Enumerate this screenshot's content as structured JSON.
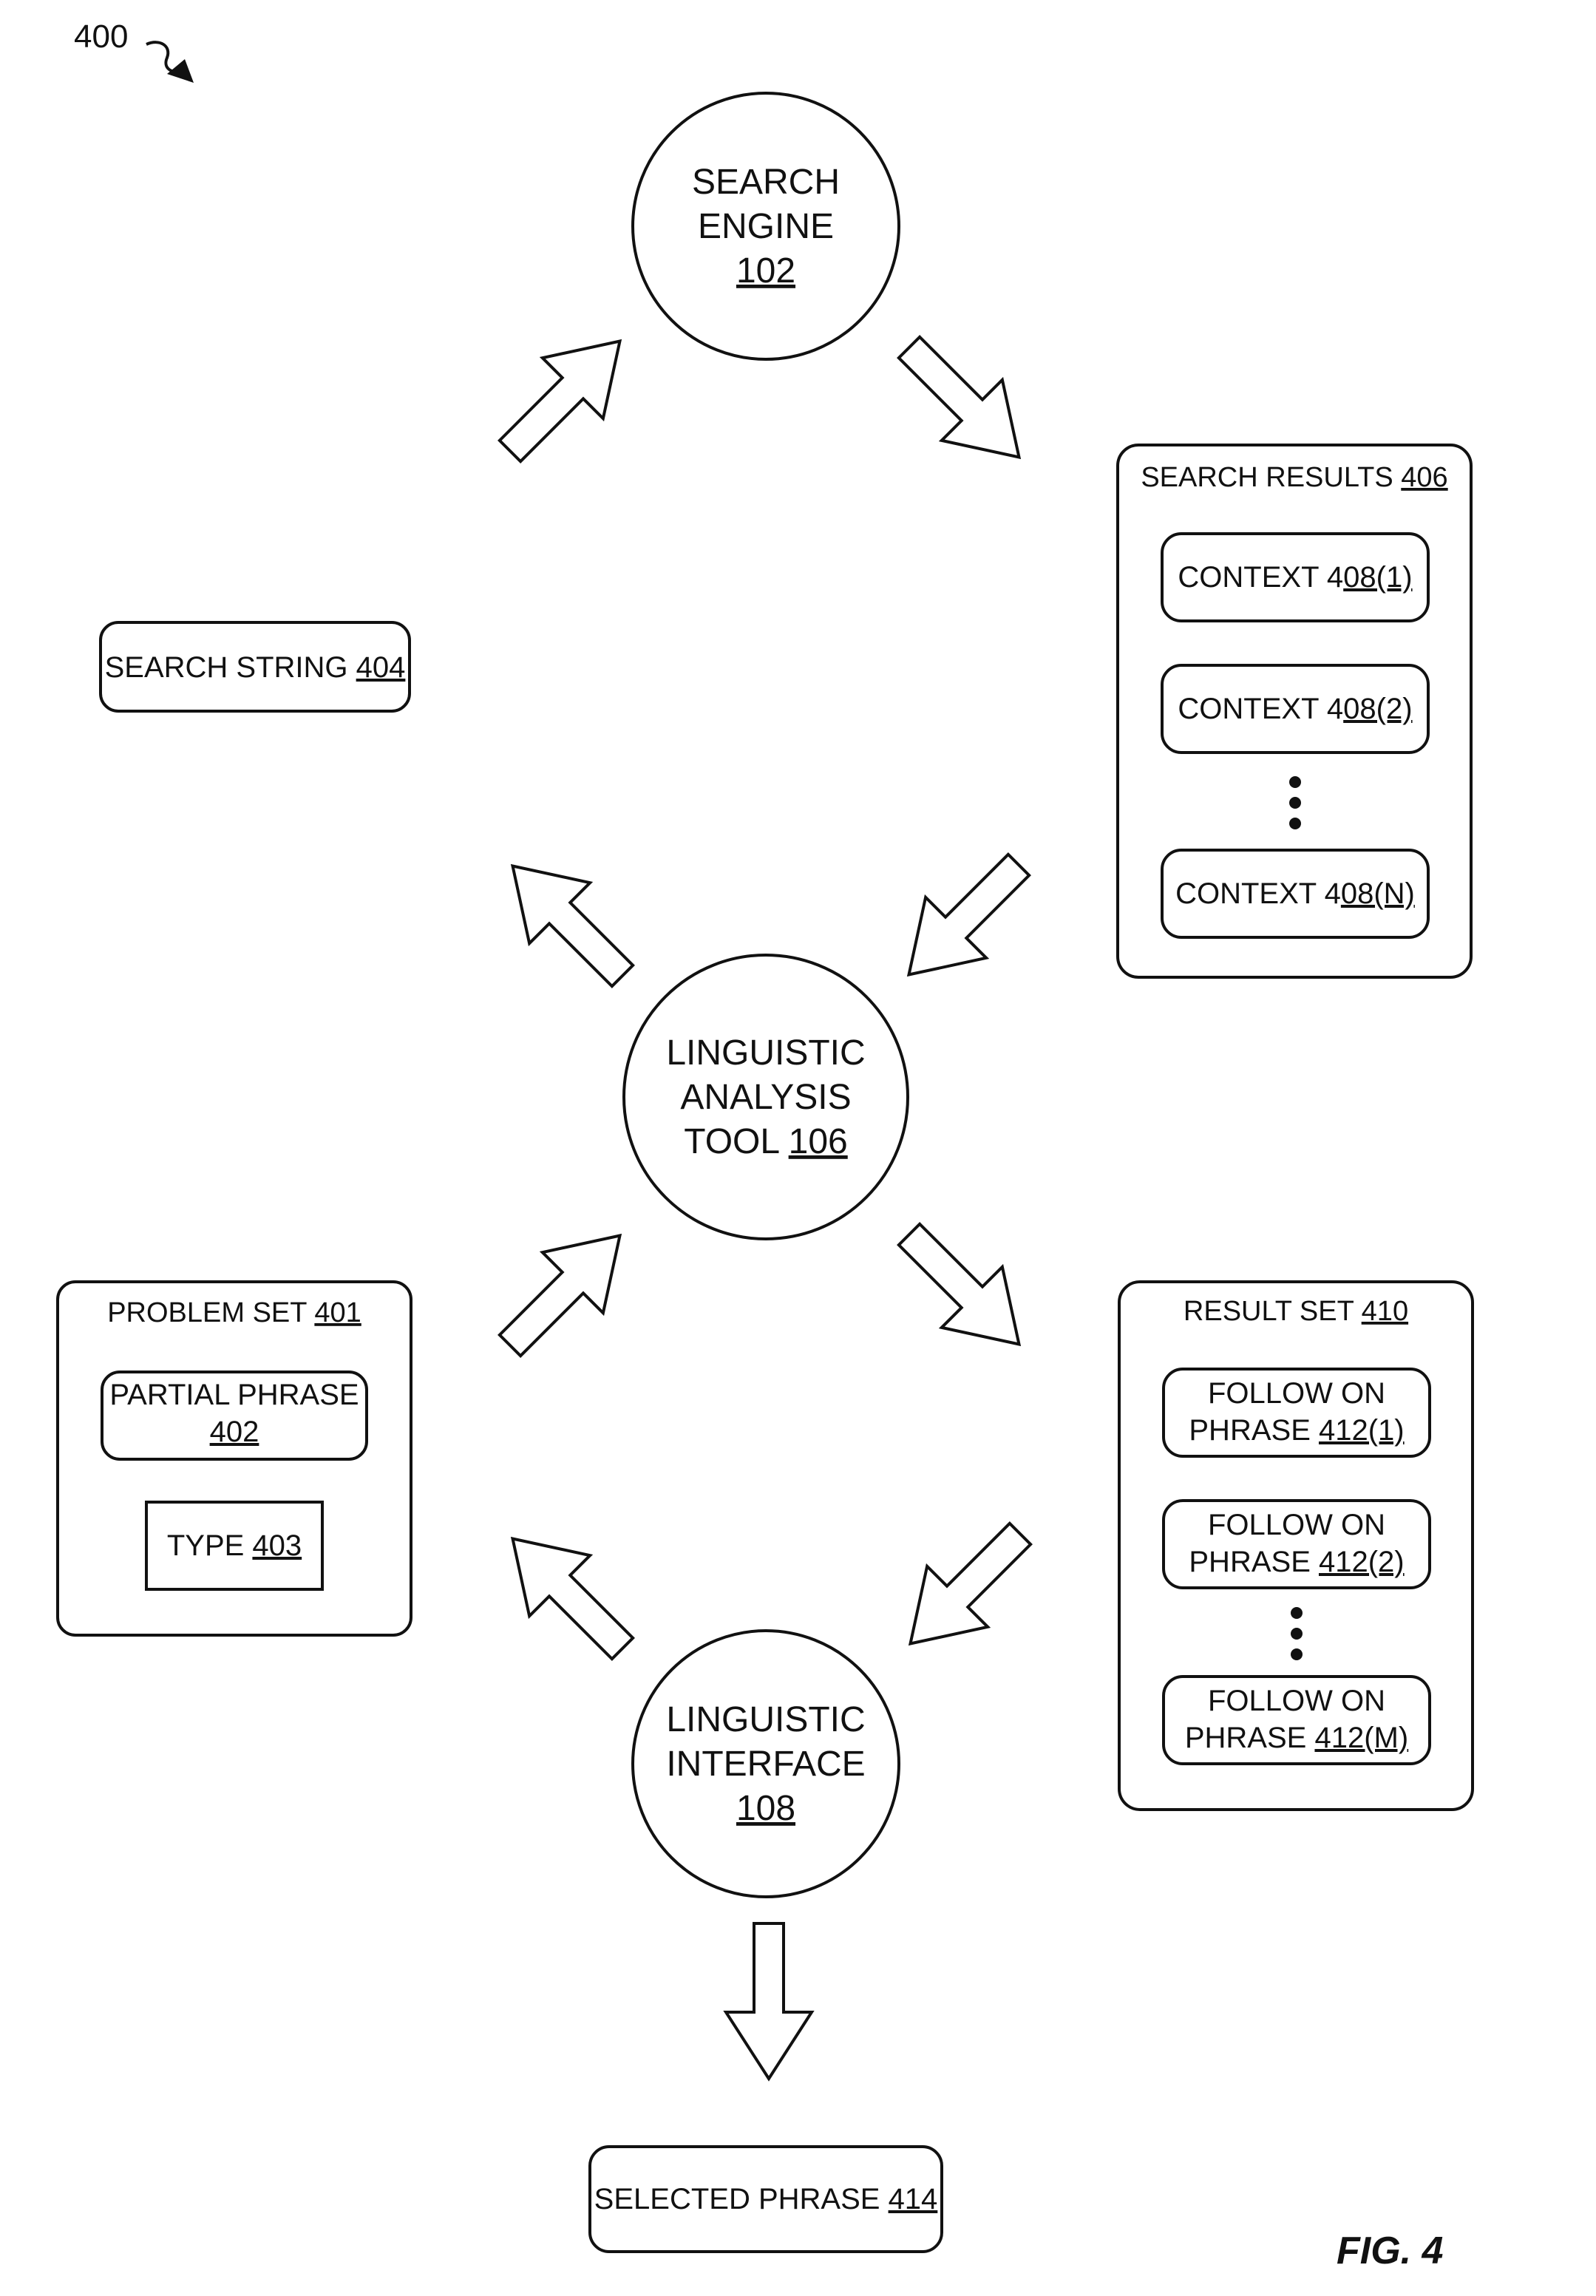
{
  "figure_ref": "400",
  "figure_label": "FIG. 4",
  "search_engine": {
    "line1": "SEARCH",
    "line2": "ENGINE",
    "ref": "102"
  },
  "search_string": {
    "label": "SEARCH STRING ",
    "ref": "404"
  },
  "search_results": {
    "title": "SEARCH RESULTS ",
    "ref": "406",
    "items": [
      {
        "label": "CONTEXT 4",
        "ref": "08(1)"
      },
      {
        "label": "CONTEXT 4",
        "ref": "08(2)"
      },
      {
        "label": "CONTEXT 4",
        "ref": "08(N)"
      }
    ]
  },
  "linguistic_analysis_tool": {
    "line1": "LINGUISTIC",
    "line2": "ANALYSIS",
    "line3": "TOOL ",
    "ref": "106"
  },
  "problem_set": {
    "title": "PROBLEM SET ",
    "ref": "401",
    "partial_phrase": {
      "line1": "PARTIAL PHRASE",
      "ref": "402"
    },
    "type": {
      "label": "TYPE ",
      "ref": "403"
    }
  },
  "result_set": {
    "title": "RESULT SET ",
    "ref": "410",
    "items": [
      {
        "line1": "FOLLOW ON",
        "line2": "PHRASE ",
        "ref": "412(1)"
      },
      {
        "line1": "FOLLOW ON",
        "line2": "PHRASE ",
        "ref": "412(2)"
      },
      {
        "line1": "FOLLOW ON",
        "line2": "PHRASE ",
        "ref": "412(M)"
      }
    ]
  },
  "linguistic_interface": {
    "line1": "LINGUISTIC",
    "line2": "INTERFACE",
    "ref": "108"
  },
  "selected_phrase": {
    "label": "SELECTED PHRASE ",
    "ref": "414"
  }
}
